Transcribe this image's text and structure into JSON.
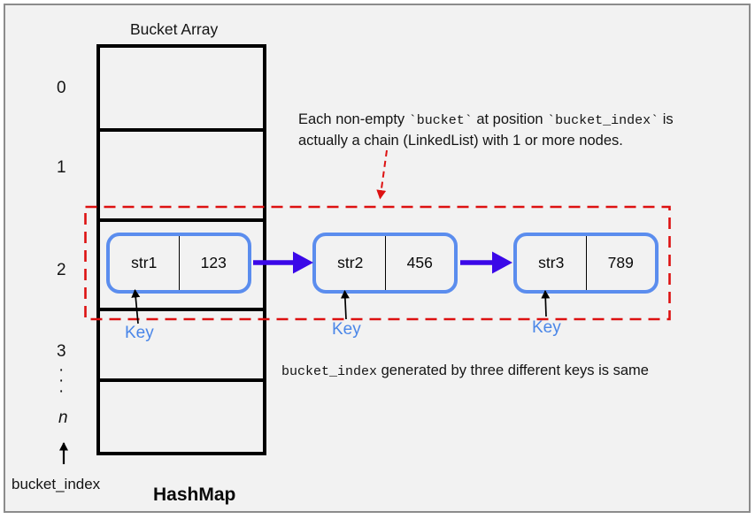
{
  "diagram": {
    "title": "Bucket Array",
    "hashmap_label": "HashMap",
    "bucket_index_label": "bucket_index",
    "bucket_labels": [
      "0",
      "1",
      "2",
      "3"
    ],
    "ellipsis": "·\n·\n·",
    "n_label": "n",
    "key_label": "Key",
    "nodes": [
      {
        "key": "str1",
        "value": "123"
      },
      {
        "key": "str2",
        "value": "456"
      },
      {
        "key": "str3",
        "value": "789"
      }
    ],
    "annotation": {
      "part1": "Each non-empty ",
      "code1": "`bucket`",
      "part2": " at position ",
      "code2": "`bucket_index`",
      "part3": " is",
      "line2": "actually a chain (LinkedList) with 1 or more nodes."
    },
    "bottom_note": {
      "code": "bucket_index",
      "text": " generated by three different keys is same"
    },
    "colors": {
      "background": "#f2f2f2",
      "frame_border": "#8c8c8c",
      "array_border": "#000000",
      "node_border": "#5b8dee",
      "chain_arrow": "#3b08e8",
      "dashed_red": "#dd1111",
      "key_label_blue": "#4a86e8",
      "text": "#141414"
    }
  }
}
